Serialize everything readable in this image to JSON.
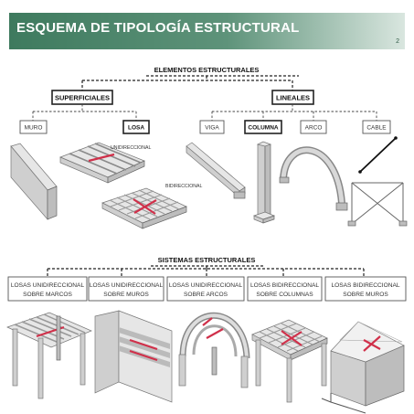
{
  "header": {
    "title": "ESQUEMA DE TIPOLOGÍA ESTRUCTURAL",
    "page_number": "2"
  },
  "colors": {
    "header_start": "#3e7a5e",
    "header_end": "#d9e6df",
    "accent_arrow": "#d0304a"
  },
  "elementos": {
    "title": "ELEMENTOS ESTRUCTURALES",
    "superficiales": {
      "label": "SUPERFICIALES",
      "muro": "MURO",
      "losa": "LOSA",
      "unidireccional": "UNIDIRECCIONAL",
      "bidireccional": "BIDIRECCIONAL"
    },
    "lineales": {
      "label": "LINEALES",
      "viga": "VIGA",
      "columna": "COLUMNA",
      "arco": "ARCO",
      "cable": "CABLE"
    }
  },
  "sistemas": {
    "title": "SISTEMAS ESTRUCTURALES",
    "items": [
      {
        "line1": "LOSAS UNIDIRECCIONAL",
        "line2": "SOBRE MARCOS"
      },
      {
        "line1": "LOSAS UNIDIRECCIONAL",
        "line2": "SOBRE MUROS"
      },
      {
        "line1": "LOSAS UNIDIRECCIONAL",
        "line2": "SOBRE ARCOS"
      },
      {
        "line1": "LOSAS BIDIRECCIONAL",
        "line2": "SOBRE COLUMNAS"
      },
      {
        "line1": "LOSAS BIDIRECCIONAL",
        "line2": "SOBRE MUROS"
      }
    ]
  }
}
